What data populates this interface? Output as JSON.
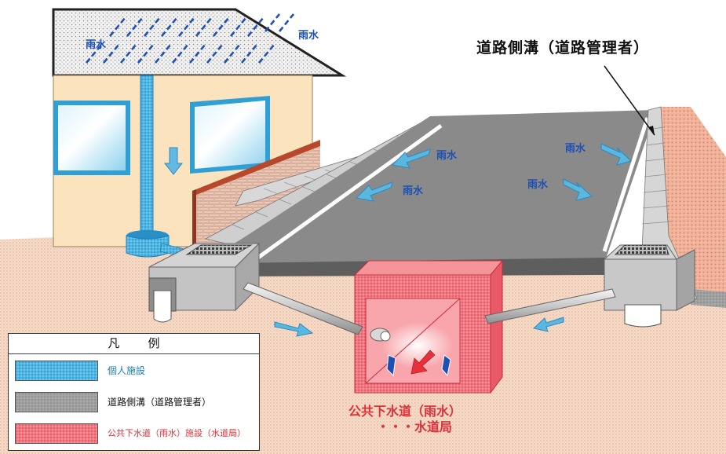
{
  "labels": {
    "rain": "雨水",
    "road_gutter_title": "道路側溝（道路管理者）",
    "public_sewer_line1": "公共下水道（雨水）",
    "public_sewer_line2": "・・・水道局"
  },
  "legend": {
    "title": "凡例",
    "items": [
      {
        "label": "個人施設",
        "color": "#3aa6d6",
        "text_color": "#1a80c0"
      },
      {
        "label": "道路側溝（道路管理者）",
        "color": "#9a9a9a",
        "text_color": "#111111"
      },
      {
        "label": "公共下水道（雨水）施設（水道局）",
        "color": "#ee5a66",
        "text_color": "#e0303a"
      }
    ]
  },
  "colors": {
    "private": "#3aa6d6",
    "road": "#8a8a8a",
    "public": "#e8404c",
    "rain_text": "#1e50b4",
    "arrow": "#5ab8e0"
  }
}
